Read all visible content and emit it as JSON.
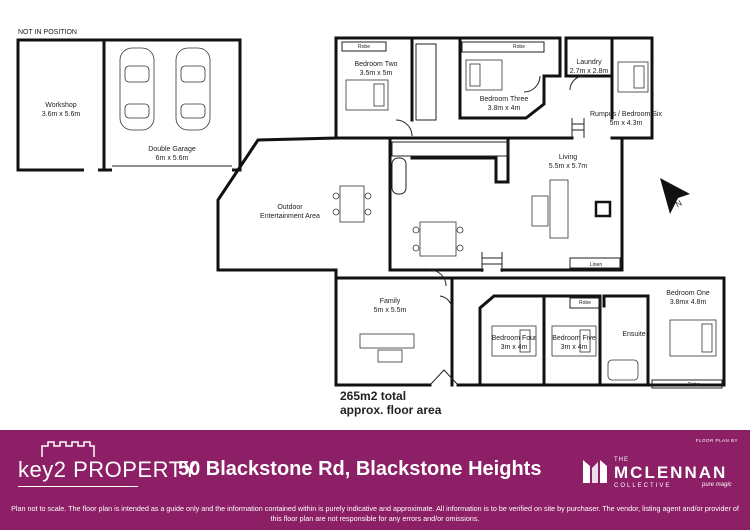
{
  "plan": {
    "note": "NOT IN POSITION",
    "total_line1": "265m2 total",
    "total_line2": "approx. floor area",
    "rooms": {
      "workshop": {
        "name": "Workshop",
        "size": "3.6m x 5.6m"
      },
      "garage": {
        "name": "Double Garage",
        "size": "6m x 5.6m"
      },
      "bed2": {
        "name": "Bedroom Two",
        "size": "3.5m x 5m"
      },
      "bed3": {
        "name": "Bedroom Three",
        "size": "3.8m x 4m"
      },
      "laundry": {
        "name": "Laundry",
        "size": "2.7m x 2.8m"
      },
      "rumpus": {
        "name": "Rumpus / Bedroom Six",
        "size": "5m x 4.3m"
      },
      "living": {
        "name": "Living",
        "size": "5.5m x 5.7m"
      },
      "outdoor": {
        "name_line1": "Outdoor",
        "name_line2": "Entertainment Area"
      },
      "family": {
        "name": "Family",
        "size": "5m x 5.5m"
      },
      "bed4": {
        "name": "Bedroom Four",
        "size": "3m x 4m"
      },
      "bed5": {
        "name": "Bedroom Five",
        "size": "3m x 4m"
      },
      "ensuite": {
        "name": "Ensuite"
      },
      "bed1": {
        "name": "Bedroom One",
        "size": "3.8mx 4.8m"
      }
    },
    "labels": {
      "robe": "Robe",
      "linen": "Linen"
    }
  },
  "footer": {
    "agency": "key2 PROPERTY",
    "address": "50 Blackstone Rd, Blackstone Heights",
    "floorplan_by": "FLOOR PLAN BY",
    "brand_the": "THE",
    "brand_name": "MCLENNAN",
    "brand_collective": "COLLECTIVE",
    "brand_tagline": "pure magic",
    "disclaimer_line1": "Plan not to scale. The floor plan is intended as a guide only and the information contained within is purely indicative and approximate. All information is to be verified on site by purchaser. The vendor, listing agent and/or provider of",
    "disclaimer_line2": "this floor plan are not responsible for any errors and/or omissions."
  },
  "colors": {
    "banner": "#8c1f66",
    "walls": "#111111"
  }
}
